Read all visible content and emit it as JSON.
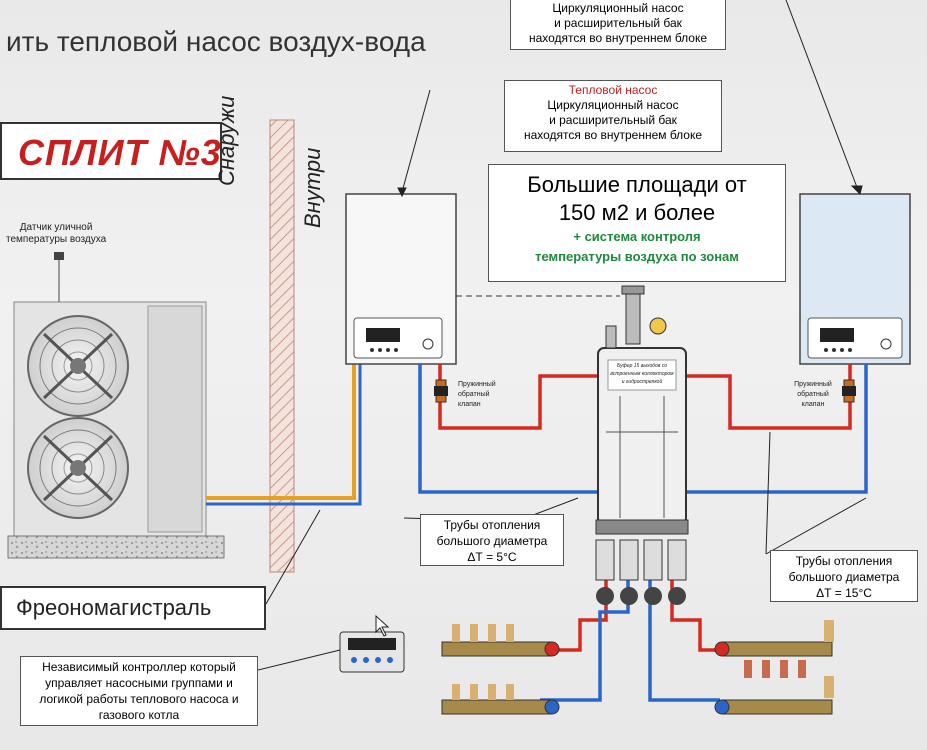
{
  "header": {
    "title": "ить тепловой насос воздух-вода"
  },
  "split_label": "СПЛИТ №3",
  "outside_label": "Снаружи",
  "inside_label": "Внутри",
  "sensor_label": [
    "Датчик уличной",
    "температуры воздуха"
  ],
  "top_right_note": [
    "Циркуляционный насос",
    "и расширительный бак",
    "находятся  во внутреннем блоке"
  ],
  "heat_pump_note": {
    "title": "Тепловой насос",
    "lines": [
      "Циркуляционный насос",
      "и расширительный бак",
      "находятся  во внутреннем блоке"
    ]
  },
  "big_area": {
    "line1": "Большие площади от",
    "line2": "150 м2 и более",
    "line3": "+ система контроля",
    "line4": "температуры воздуха по зонам"
  },
  "buffer_label": [
    "Буфер 15 выходов со",
    "встроенным коллектором",
    "и гидрострелкой"
  ],
  "check_valve_left": [
    "Пружинный",
    "обратный",
    "клапан"
  ],
  "check_valve_right": [
    "Пружинный",
    "обратный",
    "клапан"
  ],
  "pipes_left": {
    "line1": "Трубы отопления",
    "line2": "большого диаметра",
    "delta": "ΔТ = 5°С"
  },
  "pipes_right": {
    "line1": "Трубы отопления",
    "line2": "большого диаметра",
    "delta": "ΔТ = 15°С"
  },
  "freon_label": "Фреономагистраль",
  "controller_note": [
    "Независимый контроллер который",
    "управляет насосными группами и",
    "логикой работы теплового насоса и",
    "газового котла"
  ],
  "colors": {
    "hot": "#d42a20",
    "cold": "#2a66c8",
    "freon": "#e8a020",
    "title_red": "#c81e1e",
    "green": "#1f8a3a"
  }
}
